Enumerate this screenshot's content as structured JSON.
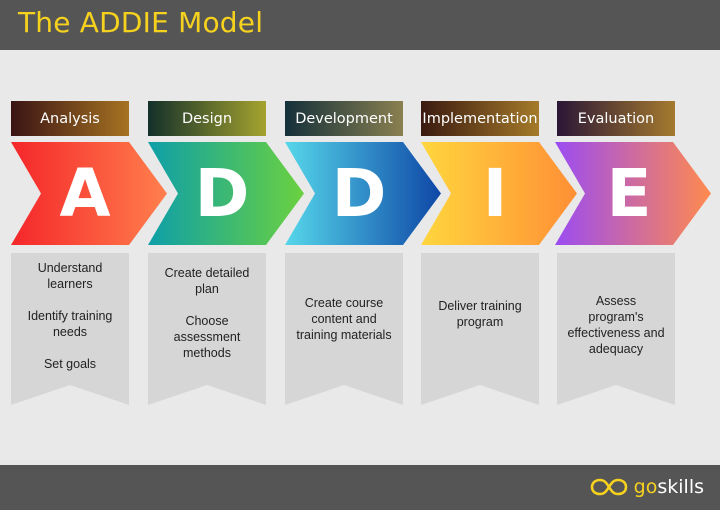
{
  "title": "The ADDIE Model",
  "logo": {
    "go": "go",
    "skills": "skills",
    "icon": "goskills-infinity-icon",
    "color": "#f6d21e"
  },
  "phases": [
    {
      "label": "Analysis",
      "letter": "A",
      "items": [
        "Understand learners",
        "Identify training needs",
        "Set goals"
      ],
      "colors": [
        "#f5262a",
        "#ff7f4d"
      ]
    },
    {
      "label": "Design",
      "letter": "D",
      "items": [
        "Create detailed plan",
        "Choose assessment methods"
      ],
      "colors": [
        "#0e9fa8",
        "#6bd13f"
      ]
    },
    {
      "label": "Development",
      "letter": "D",
      "items": [
        "Create course content and training materials"
      ],
      "colors": [
        "#56d7ea",
        "#0e47a6"
      ]
    },
    {
      "label": "Implementation",
      "letter": "I",
      "items": [
        "Deliver training program"
      ],
      "colors": [
        "#ffd63e",
        "#ff8f35"
      ]
    },
    {
      "label": "Evaluation",
      "letter": "E",
      "items": [
        "Assess program's effectiveness and adequacy"
      ],
      "colors": [
        "#9b4cf2",
        "#ff8a4e"
      ]
    }
  ]
}
